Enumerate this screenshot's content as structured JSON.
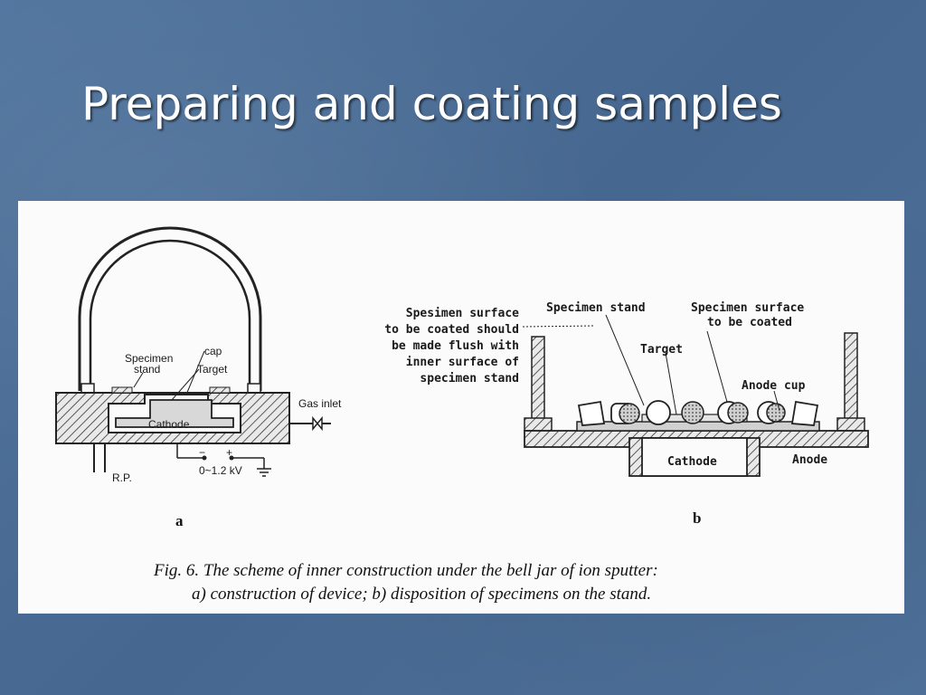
{
  "slide": {
    "title": "Preparing and coating samples"
  },
  "figure": {
    "a": {
      "letter": "a",
      "labels": {
        "specimen_stand_line1": "Specimen",
        "specimen_stand_line2": "stand",
        "cap": "cap",
        "target": "Target",
        "cathode": "Cathode",
        "gas_inlet": "Gas inlet",
        "rp": "R.P.",
        "minus": "−",
        "plus": "+",
        "voltage": "0~1.2 kV"
      }
    },
    "b": {
      "letter": "b",
      "labels": {
        "note_lines": [
          "Spesimen surface",
          "to be coated should",
          "be made flush with",
          "inner surface of",
          "specimen stand"
        ],
        "specimen_stand": "Specimen stand",
        "specimen_surface_line1": "Specimen surface",
        "specimen_surface_line2": "to be coated",
        "target": "Target",
        "anode_cup": "Anode cup",
        "cathode": "Cathode",
        "anode": "Anode"
      }
    },
    "caption_line1": "Fig. 6. The scheme of inner construction under the bell jar of ion sputter:",
    "caption_line2": "a)   construction of device; b) disposition of specimens on the stand."
  }
}
